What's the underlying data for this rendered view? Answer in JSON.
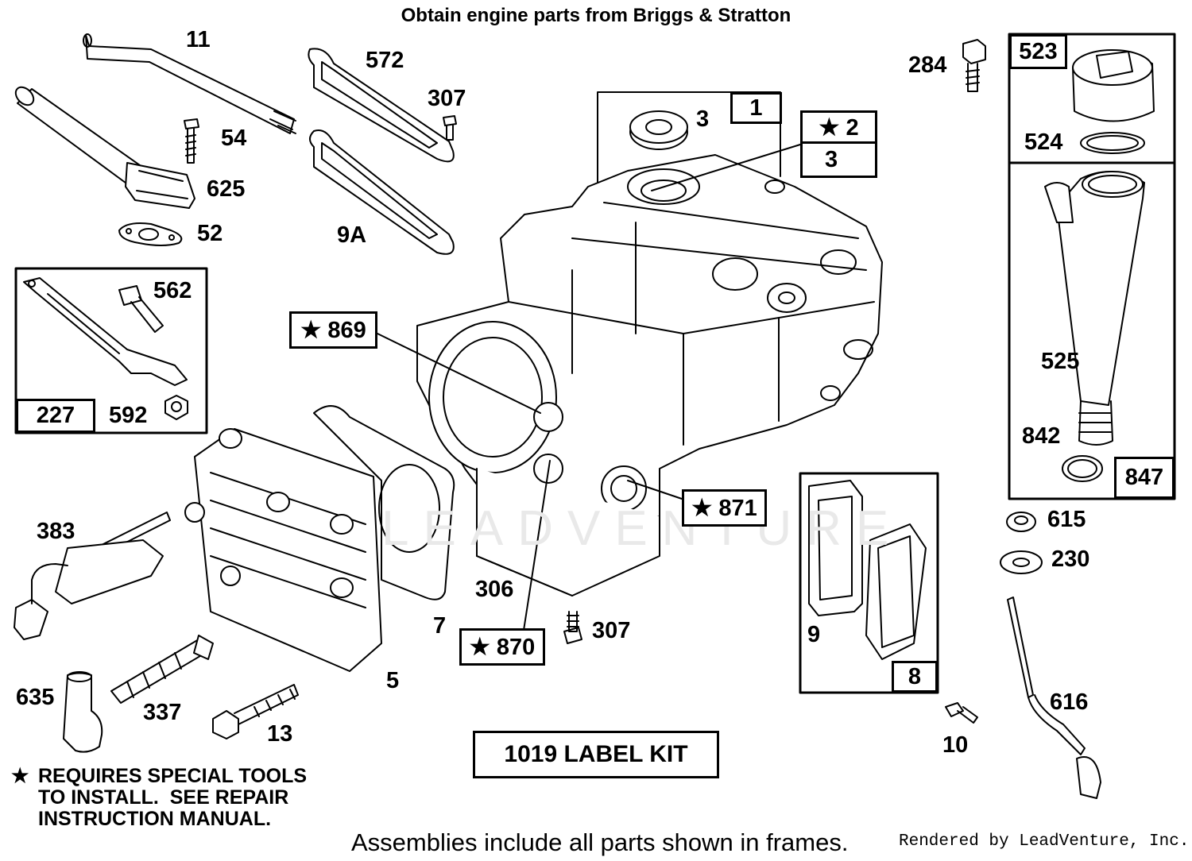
{
  "header": {
    "title": "Obtain engine parts from Briggs & Stratton"
  },
  "parts": {
    "p11": "11",
    "p572": "572",
    "p307a": "307",
    "p54": "54",
    "p625": "625",
    "p52": "52",
    "p9a": "9A",
    "p3a": "3",
    "p284": "284",
    "p524": "524",
    "p562": "562",
    "p592": "592",
    "p383": "383",
    "p306": "306",
    "p7": "7",
    "p307b": "307",
    "p5": "5",
    "p635": "635",
    "p337": "337",
    "p13": "13",
    "p9": "9",
    "p10": "10",
    "p525": "525",
    "p842": "842",
    "p615": "615",
    "p230": "230",
    "p616": "616"
  },
  "frames": {
    "f1": "1",
    "f2": "★ 2",
    "f3": "3",
    "f523": "523",
    "f847": "847",
    "f227": "227",
    "f8": "8",
    "f869": "★ 869",
    "f871": "★ 871",
    "f870": "★ 870"
  },
  "label_kit": "1019 LABEL KIT",
  "note": {
    "star": "★",
    "text": "REQUIRES SPECIAL TOOLS\nTO INSTALL.  SEE REPAIR\nINSTRUCTION MANUAL."
  },
  "footer": {
    "assemblies": "Assemblies include all parts shown in frames.",
    "credit": "Rendered by LeadVenture, Inc."
  },
  "watermark": "LEADVENTURE"
}
